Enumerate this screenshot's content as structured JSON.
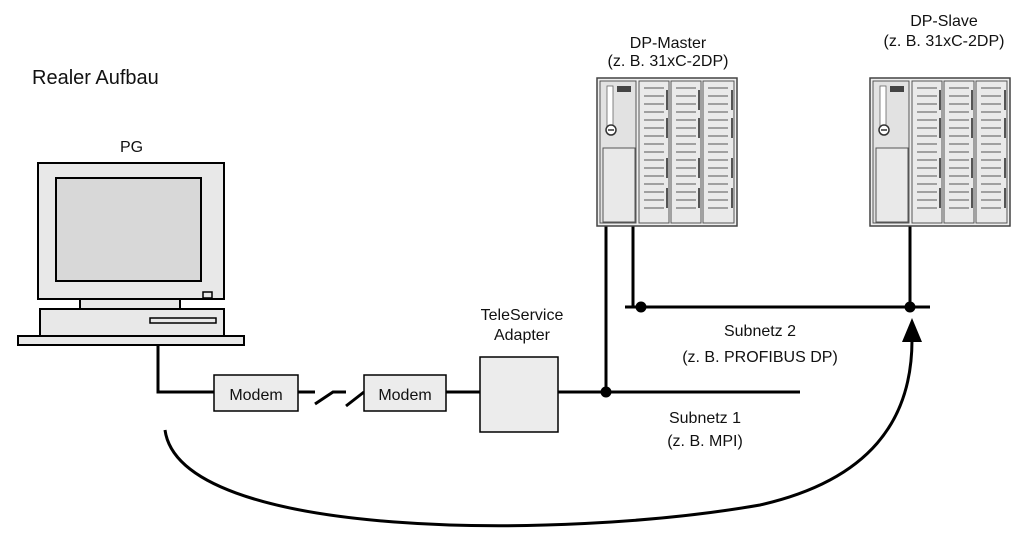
{
  "heading": "Realer Aufbau",
  "pg": {
    "label": "PG"
  },
  "modems": [
    "Modem",
    "Modem"
  ],
  "teleservice": {
    "line1": "TeleService",
    "line2": "Adapter"
  },
  "dp_master": {
    "line1": "DP-Master",
    "line2": "(z. B. 31xC-2DP)"
  },
  "dp_slave": {
    "line1": "DP-Slave",
    "line2": "(z. B. 31xC-2DP)"
  },
  "subnet2": {
    "line1": "Subnetz 2",
    "line2": "(z. B. PROFIBUS DP)"
  },
  "subnet1": {
    "line1": "Subnetz 1",
    "line2": "(z. B. MPI)"
  },
  "colors": {
    "line": "#000000",
    "device_fill": "#e8e8e8",
    "device_stroke": "#444444"
  }
}
